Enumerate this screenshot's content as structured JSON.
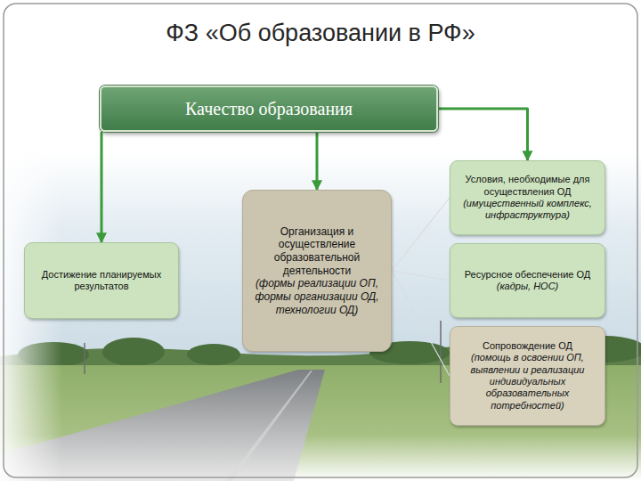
{
  "diagram": {
    "title": "ФЗ «Об образовании в РФ»",
    "nodes": [
      {
        "text": [
          "Качество образования"
        ]
      },
      {
        "text": [
          "Достижение планируемых результатов"
        ]
      },
      {
        "text": [
          "Организация и осуществление образовательной деятельности",
          "(формы реализации ОП, формы организации ОД, технологии ОД)"
        ]
      },
      {
        "text": [
          "Условия, необходимые для осуществления ОД",
          "(имущественный комплекс, инфраструктура)"
        ]
      },
      {
        "text": [
          "Ресурсное обеспечение ОД",
          "(кадры, НОС)"
        ]
      },
      {
        "text": [
          "Сопровождение ОД",
          "(помощь в освоении ОП, выявлении и реализации индивидуальных образовательных потребностей)"
        ]
      }
    ],
    "edges": [
      {
        "from": 0,
        "to": 1,
        "arrow": "to"
      },
      {
        "from": 0,
        "to": 2,
        "arrow": "to"
      },
      {
        "from": 0,
        "to": 3,
        "arrow": "to"
      },
      {
        "from": 2,
        "to": 3,
        "arrow": "none"
      },
      {
        "from": 2,
        "to": 4,
        "arrow": "none"
      },
      {
        "from": 2,
        "to": 5,
        "arrow": "none"
      }
    ]
  }
}
